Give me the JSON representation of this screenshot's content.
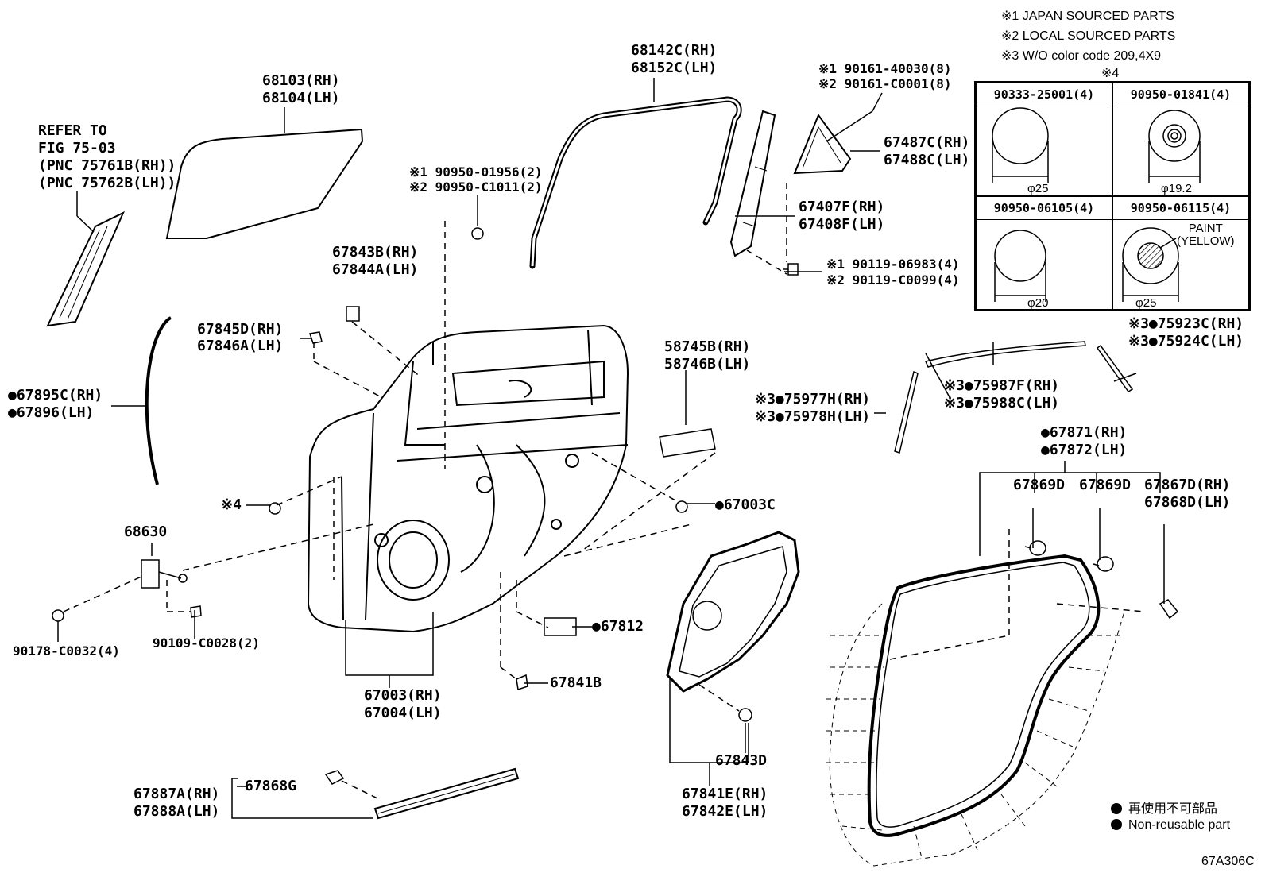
{
  "notes": {
    "n1": "※1  JAPAN SOURCED PARTS",
    "n2": "※2  LOCAL SOURCED PARTS",
    "n3": "※3  W/O color code 209,4X9"
  },
  "fastener_table": {
    "title": "※4",
    "cells": [
      {
        "part": "90333-25001(4)",
        "dim": "φ25"
      },
      {
        "part": "90950-01841(4)",
        "dim": "φ19.2"
      },
      {
        "part": "90950-06105(4)",
        "dim": "φ20"
      },
      {
        "part": "90950-06115(4)",
        "dim": "φ25",
        "paint": "PAINT",
        "paint_color": "(YELLOW)"
      }
    ]
  },
  "labels": {
    "refer1": "REFER TO",
    "refer2": "FIG 75-03",
    "refer3": "(PNC 75761B(RH))",
    "refer4": "(PNC 75762B(LH))",
    "glass_rh": "68103(RH)",
    "glass_lh": "68104(LH)",
    "run_rh": "68142C(RH)",
    "run_lh": "68152C(LH)",
    "screw1": "※1 90161-40030(8)",
    "screw2": "※2 90161-C0001(8)",
    "qglass_rh": "67487C(RH)",
    "qglass_lh": "67488C(LH)",
    "frame_rh": "67407F(RH)",
    "frame_lh": "67408F(LH)",
    "bolt1": "※1 90119-06983(4)",
    "bolt2": "※2 90119-C0099(4)",
    "clip1": "※1 90950-01956(2)",
    "clip2": "※2 90950-C1011(2)",
    "p67843b": "67843B(RH)",
    "p67844a": "67844A(LH)",
    "p67845d": "67845D(RH)",
    "p67846a": "67846A(LH)",
    "p58745b": "58745B(RH)",
    "p58746b": "58746B(LH)",
    "p67895c": "●67895C(RH)",
    "p67896": "●67896(LH)",
    "p75923c": "※3●75923C(RH)",
    "p75924c": "※3●75924C(LH)",
    "p75987f": "※3●75987F(RH)",
    "p75988c": "※3●75988C(LH)",
    "p75977h": "※3●75977H(RH)",
    "p75978h": "※3●75978H(LH)",
    "star4": "※4",
    "p67003c": "●67003C",
    "p68630": "68630",
    "p67871": "●67871(RH)",
    "p67872": "●67872(LH)",
    "p67869d_a": "67869D",
    "p67869d_b": "67869D",
    "p67867d": "67867D(RH)",
    "p67868d": "67868D(LH)",
    "p67812": "●67812",
    "p90178": "90178-C0032(4)",
    "p90109": "90109-C0028(2)",
    "p67003": "67003(RH)",
    "p67004": "67004(LH)",
    "p67841b": "67841B",
    "p67843d": "67843D",
    "p67841e": "67841E(RH)",
    "p67842e": "67842E(LH)",
    "p67868g": "67868G",
    "p67887a": "67887A(RH)",
    "p67888a": "67888A(LH)",
    "diagram_id": "67A306C"
  },
  "legend": {
    "jp": "再使用不可部品",
    "en": "Non-reusable part"
  }
}
